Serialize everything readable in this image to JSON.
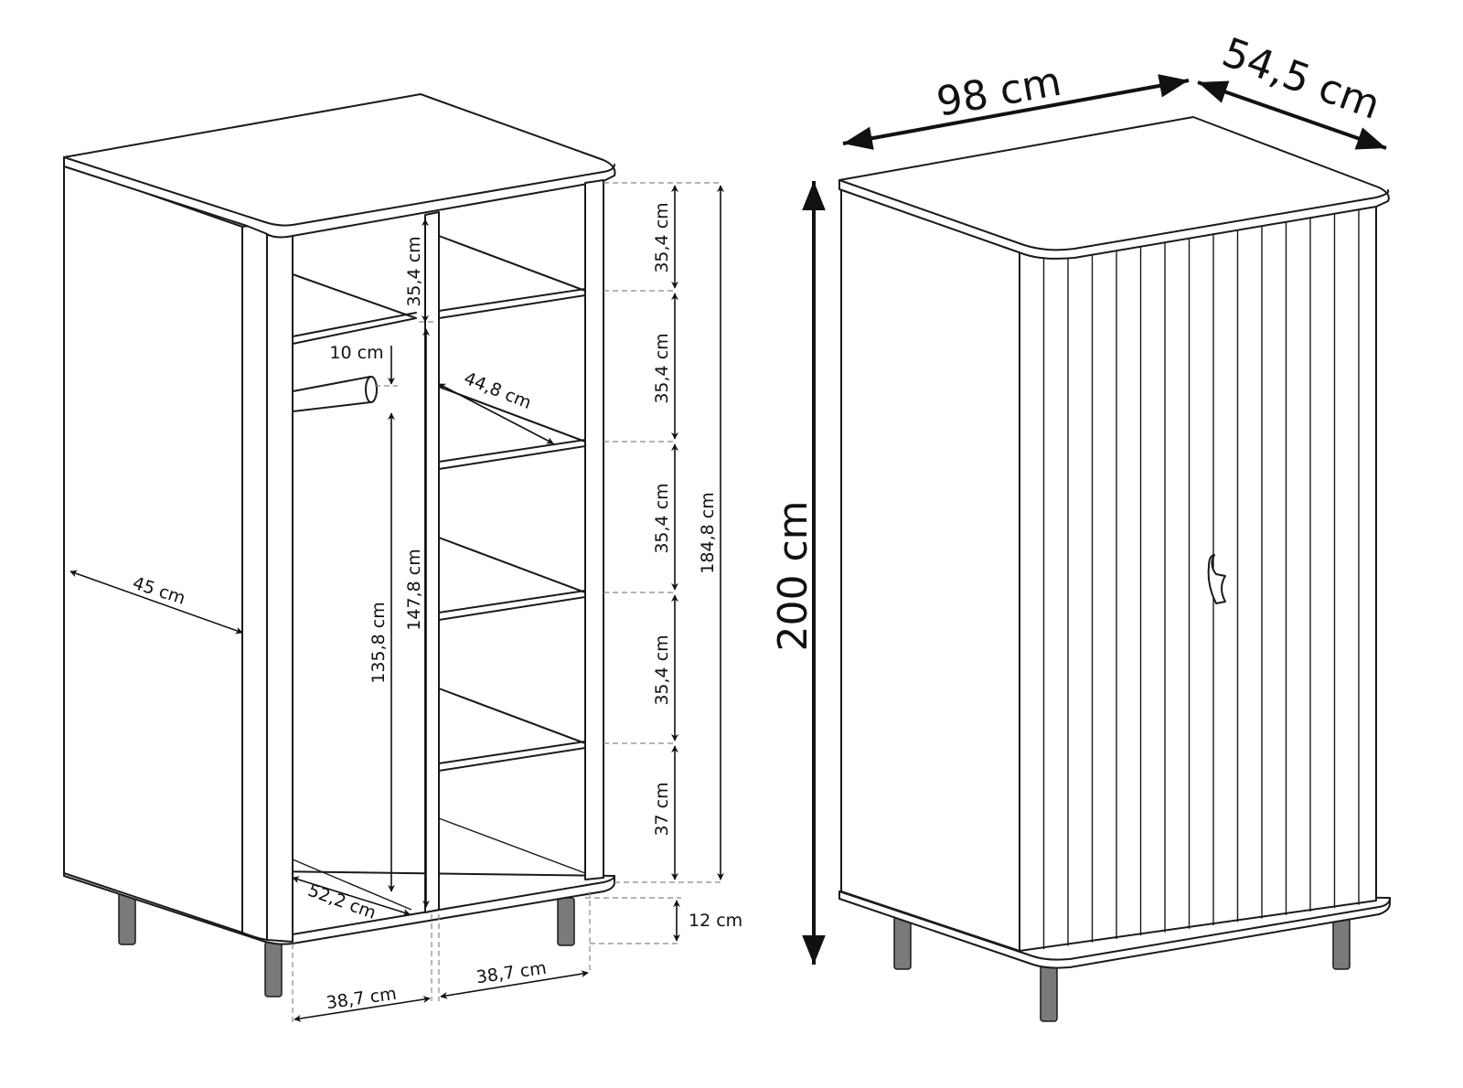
{
  "left_view": {
    "labels": {
      "shelf1": "35,4 cm",
      "shelf2": "35,4 cm",
      "shelf3": "35,4 cm",
      "shelf4": "35,4 cm",
      "bottom_shelf": "37 cm",
      "total_inner_height": "184,8 cm",
      "leg_height": "12 cm",
      "width_left": "38,7 cm",
      "width_right": "38,7 cm",
      "depth_bottom": "52,2 cm",
      "side_depth": "45 cm",
      "shelf_depth": "44,8 cm",
      "rail_gap": "10 cm",
      "top_compartment": "35,4 cm",
      "divider_height": "147,8 cm",
      "hanging_height": "135,8 cm"
    }
  },
  "right_view": {
    "labels": {
      "width": "98 cm",
      "depth": "54,5 cm",
      "height": "200 cm"
    }
  },
  "colors": {
    "line": "#1a1a1a",
    "leg": "#7a7a7a",
    "dashed": "#888888"
  }
}
